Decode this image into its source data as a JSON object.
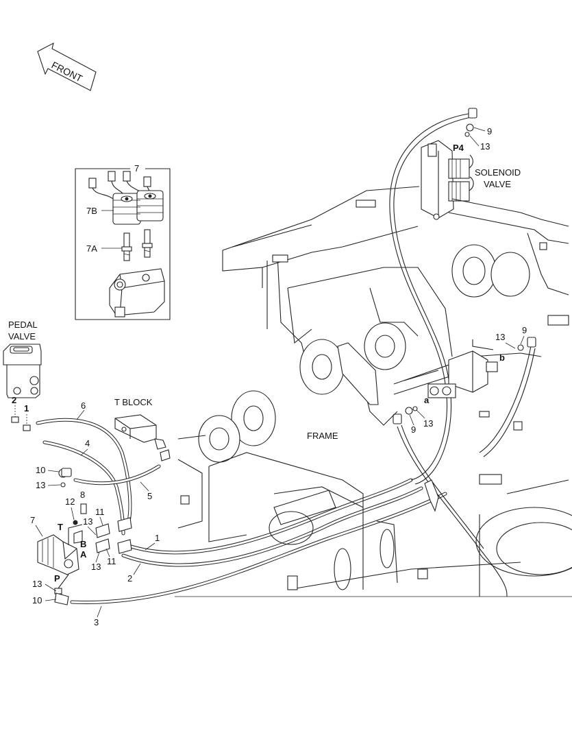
{
  "front_arrow": "FRONT",
  "inset": {
    "number": "7",
    "label_7b": "7B",
    "label_7a": "7A"
  },
  "labels": {
    "pedal_valve_line1": "PEDAL",
    "pedal_valve_line2": "VALVE",
    "t_block": "T BLOCK",
    "frame": "FRAME",
    "solenoid_line1": "SOLENOID",
    "solenoid_line2": "VALVE"
  },
  "ports": {
    "p4": "P4",
    "a": "a",
    "b": "b",
    "T": "T",
    "B": "B",
    "A": "A",
    "P": "P"
  },
  "callouts": {
    "pv2": "2",
    "pv1": "1",
    "c6": "6",
    "c4": "4",
    "c5": "5",
    "c10a": "10",
    "c13a": "13",
    "c8": "8",
    "c12": "12",
    "c7": "7",
    "c11a": "11",
    "c13b": "13",
    "c11b": "11",
    "c13c": "13",
    "c1": "1",
    "c2": "2",
    "c13d": "13",
    "c10b": "10",
    "c3": "3",
    "c9a": "9",
    "c13e": "13",
    "c13f": "13",
    "c9b": "9",
    "c9c": "9",
    "c13g": "13"
  }
}
